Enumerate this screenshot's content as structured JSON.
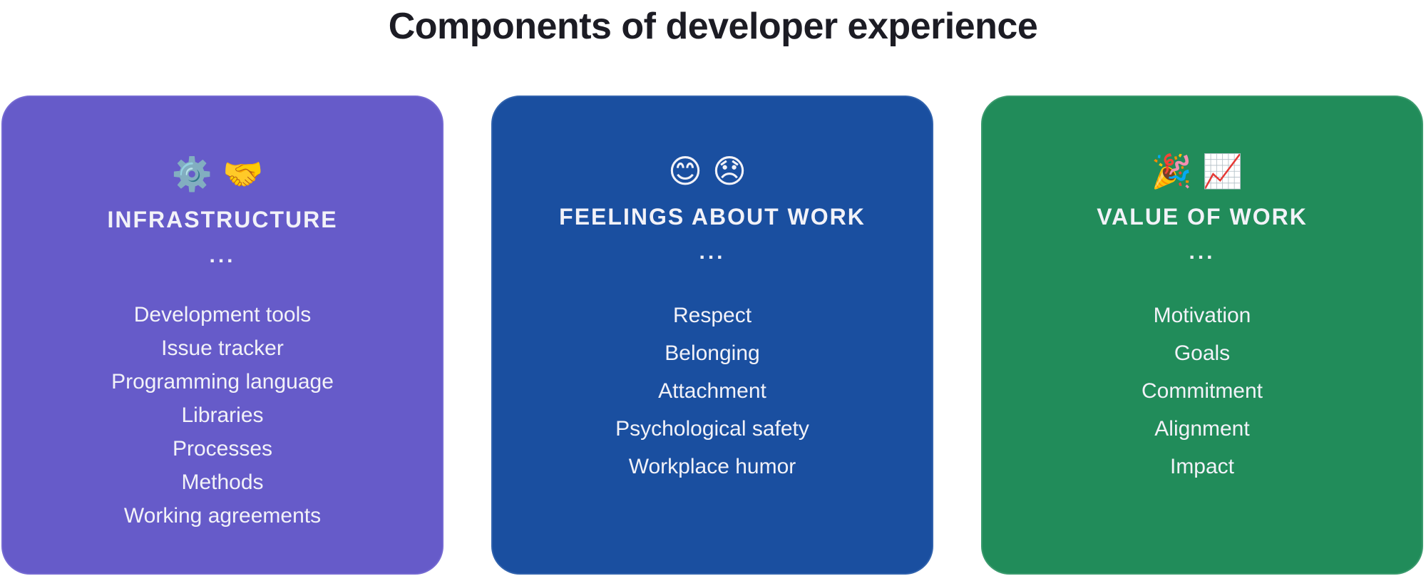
{
  "title": "Components of developer experience",
  "colors": {
    "infrastructure": "#665BC9",
    "feelings": "#1A4FA0",
    "value": "#218C5A",
    "title_text": "#1C1C24",
    "card_text": "#F2F2F8"
  },
  "cards": [
    {
      "emojis": "⚙️🤝",
      "icons": [
        "gear-icon",
        "handshake-icon"
      ],
      "heading": "INFRASTRUCTURE",
      "ellipsis": "...",
      "items": [
        "Development tools",
        "Issue tracker",
        "Programming language",
        "Libraries",
        "Processes",
        "Methods",
        "Working agreements"
      ]
    },
    {
      "emojis": "😊😞",
      "icons": [
        "smiling-face-icon",
        "disappointed-face-icon"
      ],
      "heading": "FEELINGS ABOUT WORK",
      "ellipsis": "...",
      "items": [
        "Respect",
        "Belonging",
        "Attachment",
        "Psychological safety",
        "Workplace humor"
      ]
    },
    {
      "emojis": "🎉📈",
      "icons": [
        "party-popper-icon",
        "chart-increasing-icon"
      ],
      "heading": "VALUE OF WORK",
      "ellipsis": "...",
      "items": [
        "Motivation",
        "Goals",
        "Commitment",
        "Alignment",
        "Impact"
      ]
    }
  ]
}
